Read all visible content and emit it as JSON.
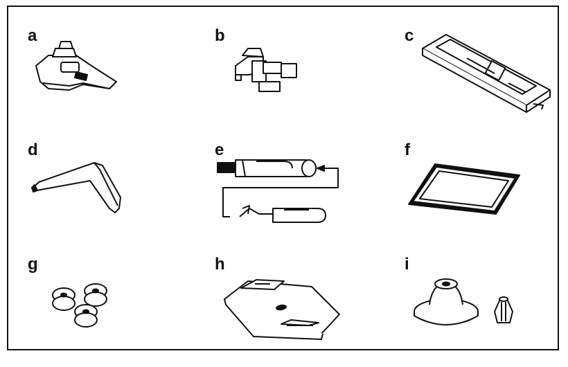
{
  "items": [
    {
      "label": "a",
      "icon": "zigzag-presser-foot-icon"
    },
    {
      "label": "b",
      "icon": "zipper-foot-icon"
    },
    {
      "label": "c",
      "icon": "buttonhole-foot-icon"
    },
    {
      "label": "d",
      "icon": "edge-quilting-guide-icon"
    },
    {
      "label": "e",
      "icon": "seam-ripper-brush-icon"
    },
    {
      "label": "f",
      "icon": "needle-pack-icon"
    },
    {
      "label": "g",
      "icon": "bobbins-icon"
    },
    {
      "label": "h",
      "icon": "darning-plate-icon"
    },
    {
      "label": "i",
      "icon": "spool-cap-icon"
    }
  ],
  "colors": {
    "line": "#111111",
    "fill": "#ffffff",
    "shade": "#d9d9d9"
  }
}
